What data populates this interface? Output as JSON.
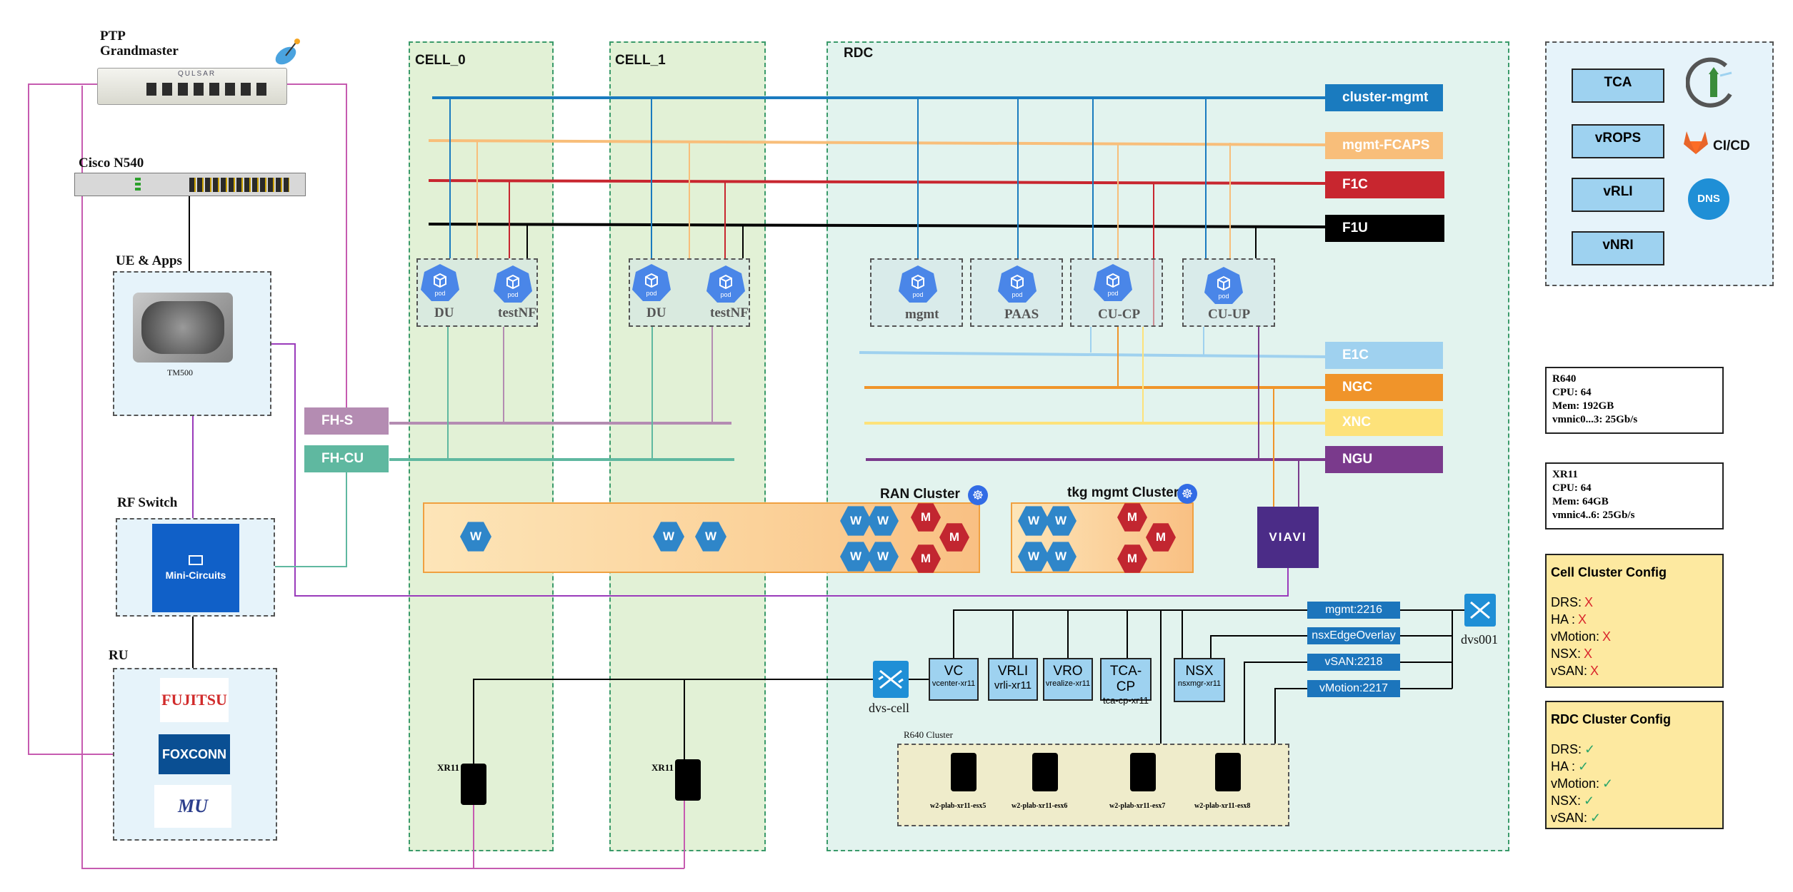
{
  "left_column": {
    "ptp_title": "PTP\nGrandmaster",
    "ptp_device": "QULSAR",
    "cisco_title": "Cisco N540",
    "ue_title": "UE & Apps",
    "ue_device": "TM500",
    "rf_title": "RF Switch",
    "rf_logo": "Mini-Circuits",
    "ru_title": "RU",
    "ru_vendors": [
      "FUJITSU",
      "FOXCONN",
      "MU"
    ]
  },
  "fronthaul": {
    "fhs": "FH-S",
    "fhcu": "FH-CU"
  },
  "zones": {
    "cell0": "CELL_0",
    "cell1": "CELL_1",
    "rdc": "RDC"
  },
  "networks": {
    "cluster_mgmt": "cluster-mgmt",
    "mgmt_fcaps": "mgmt-FCAPS",
    "f1c": "F1C",
    "f1u": "F1U",
    "e1c": "E1C",
    "ngc": "NGC",
    "xnc": "XNC",
    "ngu": "NGU"
  },
  "net_colors": {
    "cluster_mgmt": "#1a7bbf",
    "mgmt_fcaps": "#f8be7a",
    "f1c": "#c8262f",
    "f1u": "#000000",
    "e1c": "#9fd1ef",
    "ngc": "#f0942a",
    "xnc": "#fde27a",
    "ngu": "#7a3a8c",
    "fhs": "#b48cb2",
    "fhcu": "#5fb8a0"
  },
  "pods": {
    "pod_icon_text": "pod",
    "du0": "DU",
    "testnf0": "testNF",
    "du1": "DU",
    "testnf1": "testNF",
    "mgmt": "mgmt",
    "paas": "PAAS",
    "cucp": "CU-CP",
    "cuup": "CU-UP"
  },
  "clusters": {
    "ran": "RAN Cluster",
    "tkg": "tkg mgmt Cluster",
    "worker": "W",
    "master": "M",
    "viavi": "VIAVI"
  },
  "switches": {
    "dvs_cell": "dvs-cell",
    "dvs001": "dvs001"
  },
  "vms": [
    {
      "title": "VC",
      "sub": "vcenter-xr11"
    },
    {
      "title": "VRLI",
      "sub": "vrli-xr11"
    },
    {
      "title": "VRO",
      "sub": "vrealize-xr11"
    },
    {
      "title": "TCA-CP",
      "sub": "tca-cp-xr11"
    },
    {
      "title": "NSX",
      "sub": "nsxmgr-xr11"
    }
  ],
  "portgroups": [
    "mgmt:2216",
    "nsxEdgeOverlay",
    "vSAN:2218",
    "vMotion:2217"
  ],
  "r640_cluster": {
    "title": "R640 Cluster",
    "hosts": [
      "w2-plab-xr11-esx5",
      "w2-plab-xr11-esx6",
      "w2-plab-xr11-esx7",
      "w2-plab-xr11-esx8"
    ]
  },
  "xr11_label": "XR11",
  "tools": {
    "items": [
      "TCA",
      "vROPS",
      "vRLI",
      "vNRI"
    ],
    "cicd": "CI/CD",
    "dns": "DNS"
  },
  "specs": {
    "r640": [
      "R640",
      "CPU: 64",
      "Mem: 192GB",
      "vmnic0...3: 25Gb/s"
    ],
    "xr11": [
      "XR11",
      "CPU: 64",
      "Mem: 64GB",
      "vmnic4..6: 25Gb/s"
    ]
  },
  "cell_config": {
    "title": "Cell Cluster Config",
    "rows": [
      {
        "k": "DRS:",
        "v": "X"
      },
      {
        "k": "HA :",
        "v": "X"
      },
      {
        "k": "vMotion:",
        "v": "X"
      },
      {
        "k": "NSX:",
        "v": "X"
      },
      {
        "k": "vSAN:",
        "v": "X"
      }
    ],
    "x_color": "#d9262c"
  },
  "rdc_config": {
    "title": "RDC Cluster Config",
    "rows": [
      {
        "k": "DRS:",
        "v": "✓"
      },
      {
        "k": "HA :",
        "v": "✓"
      },
      {
        "k": "vMotion:",
        "v": "✓"
      },
      {
        "k": "NSX:",
        "v": "✓"
      },
      {
        "k": "vSAN:",
        "v": "✓"
      }
    ],
    "check_color": "#2aa56a"
  }
}
